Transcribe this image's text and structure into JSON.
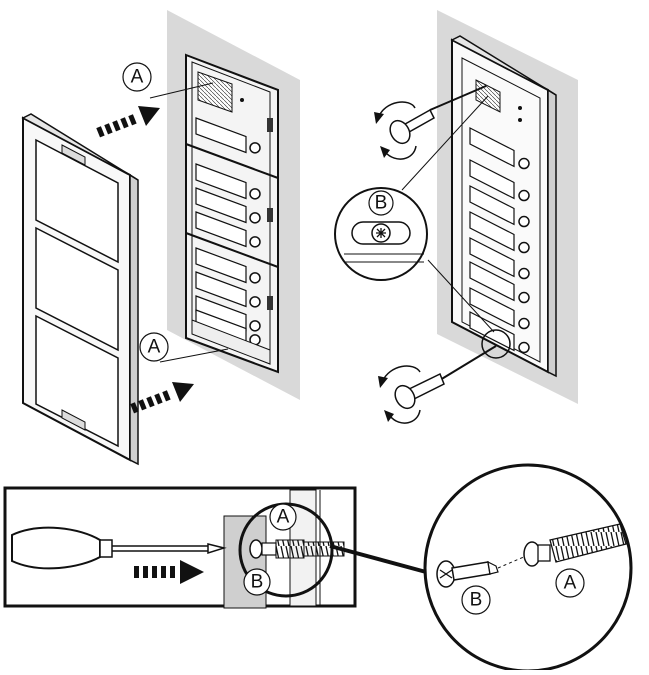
{
  "callouts": {
    "a1": "A",
    "a2": "A",
    "b_right": "B",
    "a_detail": "A",
    "b_detail": "B",
    "b_zoom": "B",
    "a_zoom": "A"
  },
  "colors": {
    "ink": "#111111",
    "wall": "#d9d9d9",
    "frame_fill": "#f4f4f4"
  },
  "icons": {
    "push_arrow": "dashed-arrow-icon",
    "rotate": "rotate-arrow-icon",
    "screw": "screw-icon",
    "screwdriver": "screwdriver-icon"
  }
}
